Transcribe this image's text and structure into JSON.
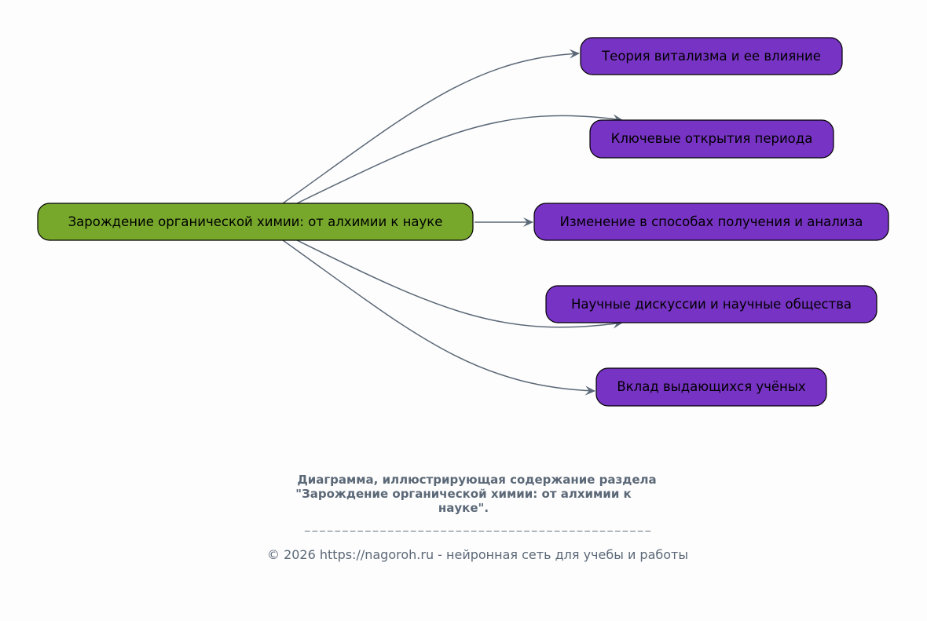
{
  "colors": {
    "root": "#77a82c",
    "child": "#7733c4",
    "edge": "#5b6877",
    "text": "#5b6877"
  },
  "root": {
    "label": "Зарождение органической химии: от алхимии к науке"
  },
  "children": [
    {
      "label": "Теория витализма и ее влияние"
    },
    {
      "label": "Ключевые открытия периода"
    },
    {
      "label": "Изменение в способах получения и анализа"
    },
    {
      "label": "Научные дискуссии и научные общества"
    },
    {
      "label": "Вклад выдающихся учёных"
    }
  ],
  "caption": {
    "lines": [
      "Диаграмма, иллюстрирующая содержание раздела",
      "\"Зарождение органической химии: от алхимии к",
      "науке\"."
    ],
    "separator": "______________________________________________"
  },
  "footer": "© 2026 https://nagoroh.ru - нейронная сеть для учебы и работы"
}
